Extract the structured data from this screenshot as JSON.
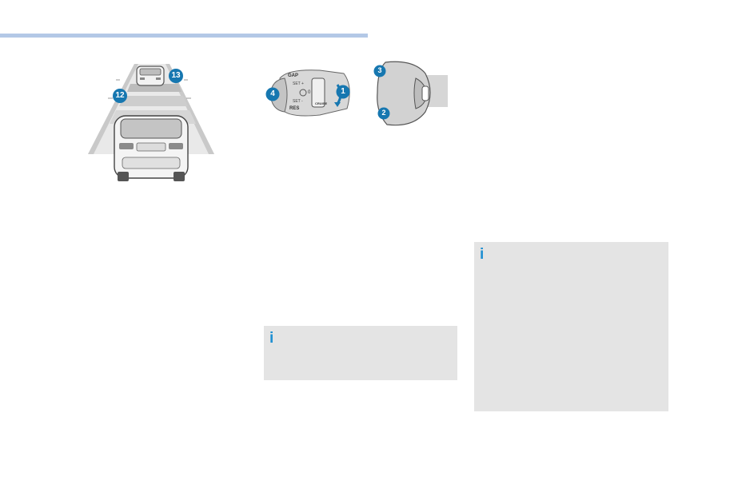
{
  "road_figure": {
    "callouts": [
      "13",
      "12"
    ]
  },
  "stalk_figure": {
    "labels": {
      "gap": "GAP",
      "set_plus": "SET +",
      "set_minus": "SET -",
      "res": "RES",
      "on": "0",
      "cruise": "CRUISE"
    },
    "callouts": [
      "4",
      "1"
    ]
  },
  "wheel_figure": {
    "callouts": [
      "3",
      "2"
    ]
  },
  "info_boxes": [
    {
      "icon": "i"
    },
    {
      "icon": "i"
    }
  ],
  "colors": {
    "accent": "#1e8fd2",
    "callout": "#1677b0",
    "rule": "#b3c8e6",
    "info_bg": "#e4e4e4"
  }
}
